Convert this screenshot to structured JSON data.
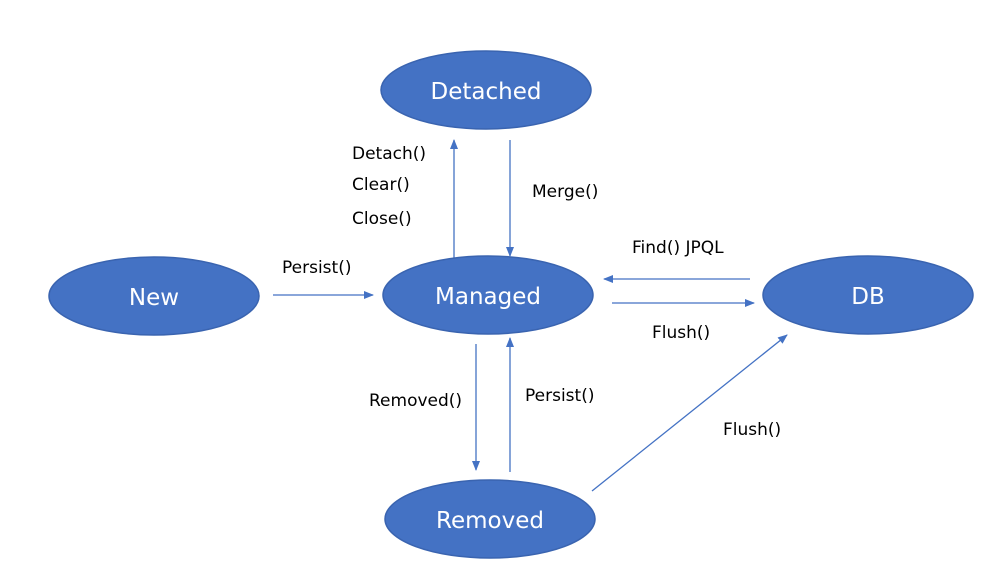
{
  "colors": {
    "node_fill": "#4472C4",
    "node_stroke": "#3A64B0",
    "arrow": "#4472C4",
    "node_text": "#FFFFFF",
    "label_text": "#000000"
  },
  "nodes": {
    "detached": "Detached",
    "new": "New",
    "managed": "Managed",
    "db": "DB",
    "removed": "Removed"
  },
  "edges": {
    "detach": "Detach()",
    "clear": "Clear()",
    "close": "Close()",
    "merge": "Merge()",
    "persist_new": "Persist()",
    "find_jpql": "Find() JPQL",
    "flush_managed": "Flush()",
    "removed_call": "Removed()",
    "persist_removed": "Persist()",
    "flush_removed": "Flush()"
  }
}
